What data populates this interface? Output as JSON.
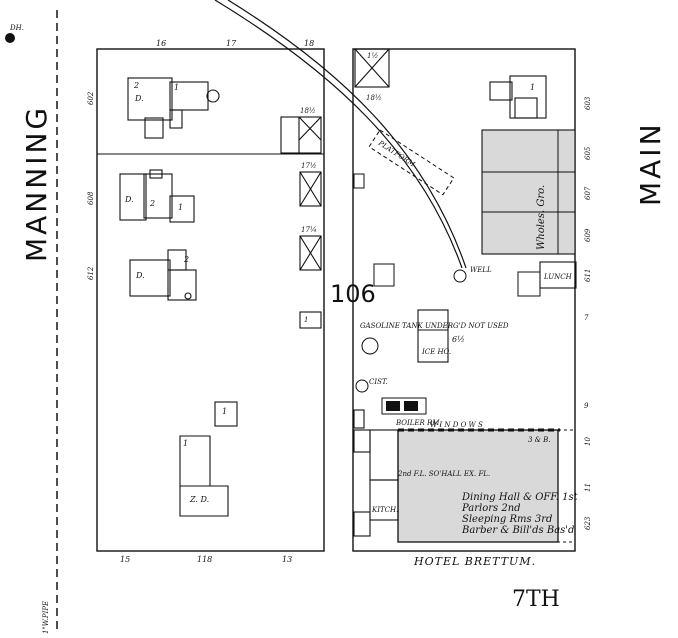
{
  "streets": {
    "left": "MANNING",
    "right": "MAIN",
    "bottom": "7TH"
  },
  "block_number": "106",
  "corner_mark": "DH.",
  "pipe_label": "1\"W.PIPE",
  "west_block": {
    "top_numbers": [
      "16",
      "17",
      "18"
    ],
    "bottom_numbers": [
      "15",
      "118",
      "13"
    ],
    "side_numbers": [
      "602",
      "608",
      "612"
    ],
    "small_numbers": [
      "18½",
      "17½",
      "17¼"
    ],
    "dwelling_labels": [
      "D.",
      "D.",
      "D.",
      "Z. D."
    ],
    "story_labels": [
      "2",
      "1",
      "2",
      "1",
      "2",
      "1",
      "1",
      "1",
      "1"
    ]
  },
  "east_block": {
    "top_labels": [
      "18½",
      "1½"
    ],
    "platform_label": "PLATFORM",
    "well_label": "WELL",
    "lunch_label": "LUNCH",
    "wholesale_label": "Wholes. Gro.",
    "side_numbers": [
      "603",
      "605",
      "607",
      "609",
      "611",
      "7",
      "9",
      "10",
      "11",
      "623"
    ],
    "gas_label": "GASOLINE TANK UNDERG'D NOT USED",
    "ice_label": "ICE HO.",
    "ice_number": "6½",
    "cistern_label": "CIST.",
    "windows_label": "W I N D O W S",
    "boiler_label": "BOILER RM.",
    "hotel_floor_note": "2nd F.L. SO'HALL EX. FL.",
    "kitchen_label": "KITCH.",
    "storey_mark": "3 & B.",
    "hotel_uses": [
      "Dining Hall & OFF. 1st",
      "Parlors 2nd",
      "Sleeping Rms 3rd",
      "Barber & Bill'ds Bas'd"
    ],
    "hotel_name": "HOTEL BRETTUM."
  }
}
